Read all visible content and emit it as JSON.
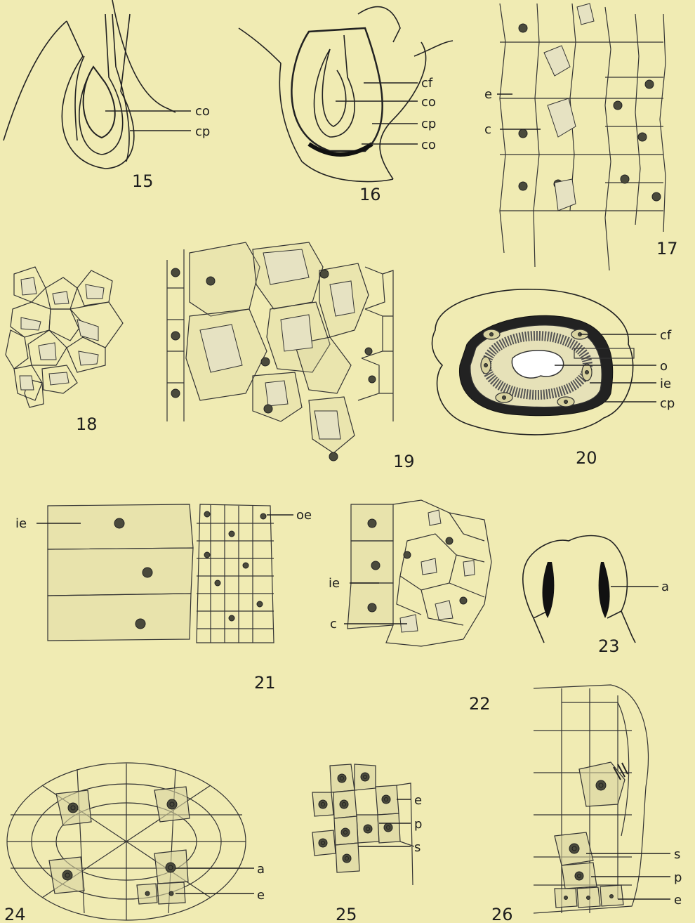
{
  "figures": [
    {
      "id": "fig-15",
      "number": "15",
      "labels": [
        "co",
        "cp"
      ]
    },
    {
      "id": "fig-16",
      "number": "16",
      "labels": [
        "cf",
        "co",
        "cp",
        "co"
      ]
    },
    {
      "id": "fig-17",
      "number": "17",
      "labels": [
        "e",
        "c"
      ]
    },
    {
      "id": "fig-18",
      "number": "18",
      "labels": []
    },
    {
      "id": "fig-19",
      "number": "19",
      "labels": []
    },
    {
      "id": "fig-20",
      "number": "20",
      "labels": [
        "cf",
        "o",
        "ie",
        "cp"
      ]
    },
    {
      "id": "fig-21",
      "number": "21",
      "labels": [
        "ie",
        "oe"
      ]
    },
    {
      "id": "fig-22",
      "number": "22",
      "labels": [
        "ie",
        "c"
      ]
    },
    {
      "id": "fig-23",
      "number": "23",
      "labels": [
        "a"
      ]
    },
    {
      "id": "fig-24",
      "number": "24",
      "labels": [
        "a",
        "e"
      ]
    },
    {
      "id": "fig-25",
      "number": "25",
      "labels": [
        "e",
        "p",
        "s"
      ]
    },
    {
      "id": "fig-26",
      "number": "26",
      "labels": [
        "s",
        "p",
        "e"
      ]
    }
  ],
  "colors": {
    "background": "#f0ebb3",
    "ink": "#222222",
    "stipple": "#d9d3a0"
  }
}
